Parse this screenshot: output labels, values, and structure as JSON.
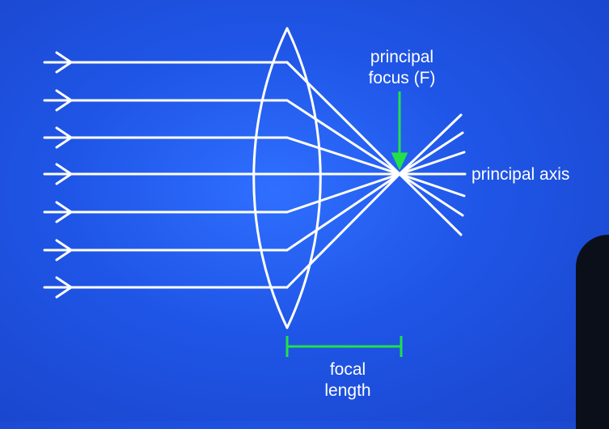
{
  "labels": {
    "focus_line1": "principal",
    "focus_line2": "focus (F)",
    "axis": "principal axis",
    "focal_line1": "focal",
    "focal_line2": "length"
  },
  "colors": {
    "rays": "#ffffff",
    "lens": "#ffffff",
    "accent": "#22e04a"
  },
  "icons": {
    "ray_arrow": "arrowhead-icon",
    "focus_marker": "arrow-down-icon"
  }
}
